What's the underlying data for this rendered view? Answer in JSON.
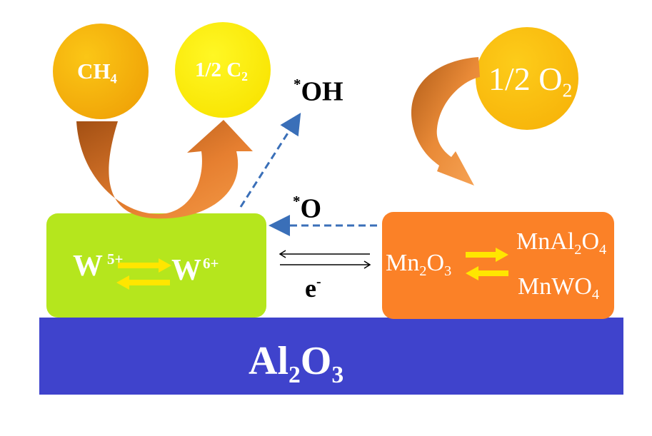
{
  "colors": {
    "support": "#3f43cc",
    "w_box": "#b5e61d",
    "mn_box": "#fb8127",
    "ch4_circle": "#f7b40f",
    "c2_circle": "#fdf003",
    "o2_circle": "#fcc20d",
    "arrow_orange": "#e98a37",
    "dashed_arrow": "#3a6fb8",
    "yellow_arrow": "#ffe600"
  },
  "molecules": {
    "ch4": {
      "base": "CH",
      "sub": "4"
    },
    "c2": {
      "base": "1/2 C",
      "sub": "2"
    },
    "o2": {
      "base": "1/2 O",
      "sub": "2"
    }
  },
  "species": {
    "oh": {
      "sup": "*",
      "base": "OH"
    },
    "o": {
      "sup": "*",
      "base": "O"
    },
    "e": {
      "base": "e",
      "sup": "-"
    }
  },
  "w_box": {
    "left": {
      "base": "W",
      "sup": "5+"
    },
    "right": {
      "base": "W",
      "sup": "6+"
    }
  },
  "mn_box": {
    "reactant": {
      "a": "Mn",
      "a_sub": "2",
      "b": "O",
      "b_sub": "3"
    },
    "product_1": {
      "a": "MnAl",
      "a_sub": "2",
      "b": "O",
      "b_sub": "4"
    },
    "product_2": {
      "a": "MnWO",
      "a_sub": "4"
    }
  },
  "support": {
    "a": "Al",
    "a_sub": "2",
    "b": "O",
    "b_sub": "3"
  }
}
